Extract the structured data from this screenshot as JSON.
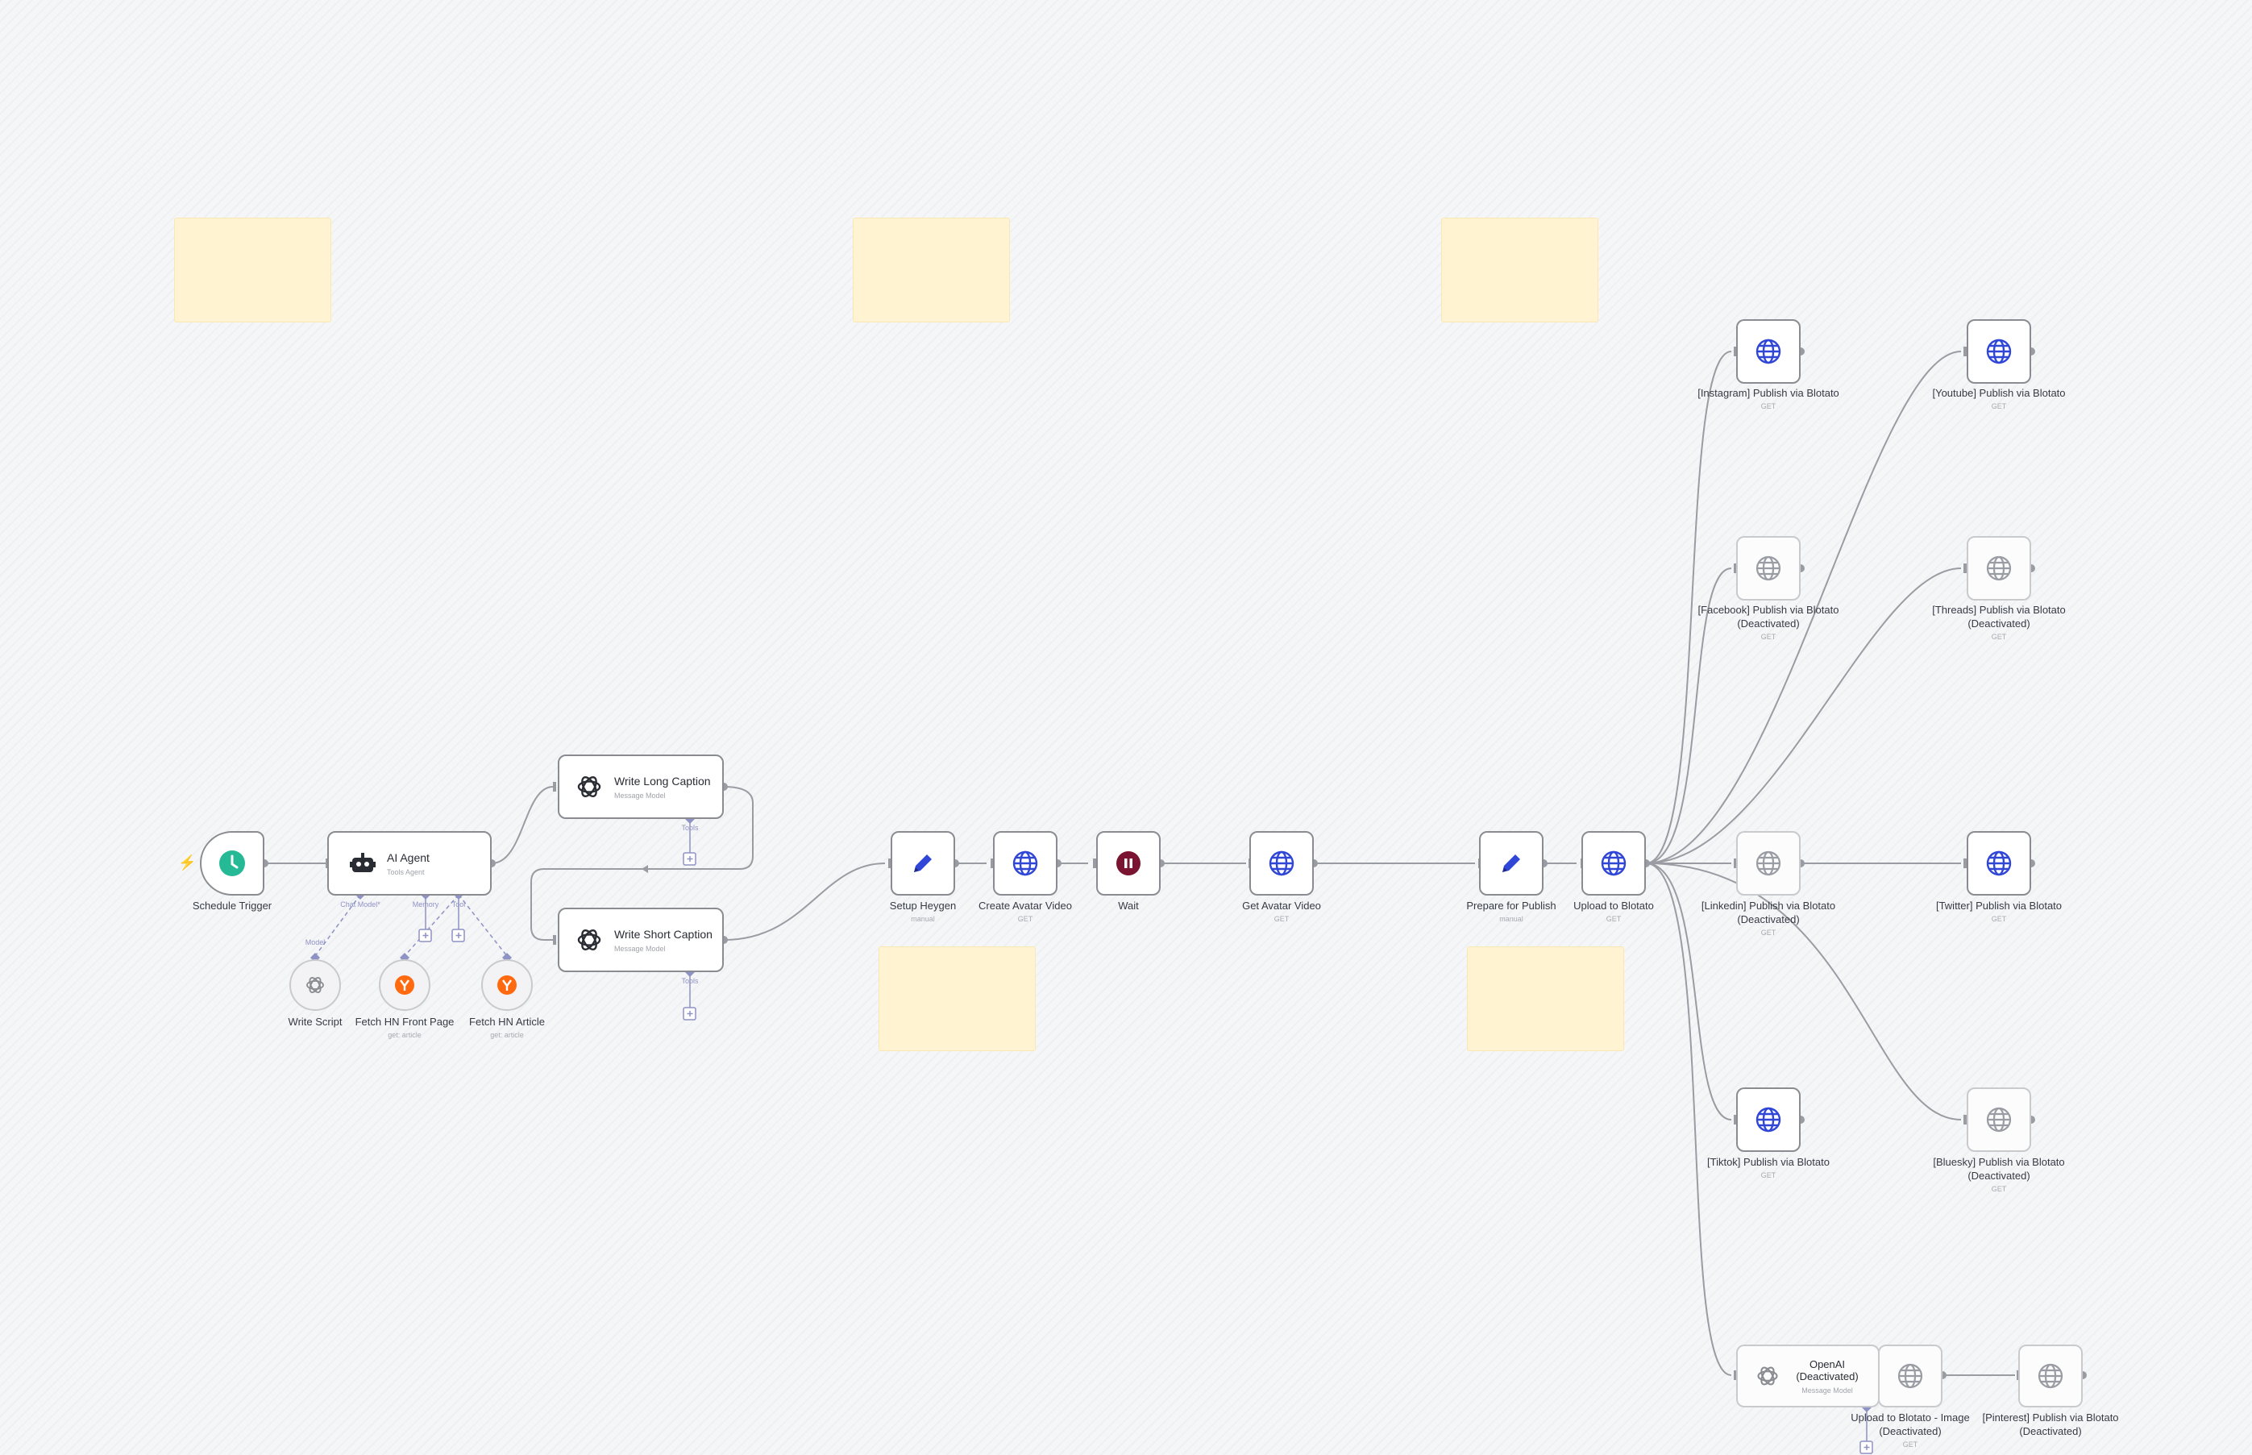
{
  "canvas": {
    "colors": {
      "background": "#f5f6f8",
      "edge": "#9a9ca3",
      "sticky": "#fff3d1",
      "http_icon": "#3046d6",
      "pencil_icon": "#3046d6",
      "clock_icon": "#25b996",
      "wait_icon": "#7a1430",
      "hn_icon": "#ff6a10",
      "subnode_edge": "#8f92c4"
    }
  },
  "trigger": {
    "label": "Schedule Trigger",
    "icon": "clock-icon"
  },
  "ai_agent": {
    "title": "AI Agent",
    "subtitle": "Tools Agent",
    "icon": "robot-icon",
    "ports": {
      "model": "Chat Model*",
      "memory": "Memory",
      "tool": "Tool"
    }
  },
  "write_long": {
    "title": "Write Long Caption",
    "subtitle": "Message Model",
    "icon": "openai-icon",
    "tools_label": "Tools"
  },
  "write_short": {
    "title": "Write Short Caption",
    "subtitle": "Message Model",
    "icon": "openai-icon",
    "tools_label": "Tools"
  },
  "write_script": {
    "label": "Write Script",
    "port_label": "Model",
    "icon": "openai-icon"
  },
  "fetch_front": {
    "label": "Fetch HN Front Page",
    "sub": "get: article",
    "icon": "hackernews-icon"
  },
  "fetch_article": {
    "label": "Fetch HN Article",
    "sub": "get: article",
    "icon": "hackernews-icon"
  },
  "setup_heygen": {
    "label": "Setup Heygen",
    "sub": "manual",
    "icon": "pencil-icon"
  },
  "create_avatar": {
    "label": "Create Avatar Video",
    "sub": "GET",
    "icon": "globe-icon"
  },
  "wait": {
    "label": "Wait",
    "icon": "pause-icon"
  },
  "get_avatar": {
    "label": "Get Avatar Video",
    "sub": "GET",
    "icon": "globe-icon"
  },
  "prepare_publish": {
    "label": "Prepare for Publish",
    "sub": "manual",
    "icon": "pencil-icon"
  },
  "upload_blotato": {
    "label": "Upload to Blotato",
    "sub": "GET",
    "icon": "globe-icon"
  },
  "instagram": {
    "label": "[Instagram] Publish via Blotato",
    "sub": "GET",
    "icon": "globe-icon"
  },
  "youtube": {
    "label": "[Youtube] Publish via Blotato",
    "sub": "GET",
    "icon": "globe-icon"
  },
  "facebook": {
    "label": "[Facebook] Publish via Blotato (Deactivated)",
    "sub": "GET",
    "icon": "globe-icon"
  },
  "threads": {
    "label": "[Threads] Publish via Blotato (Deactivated)",
    "sub": "GET",
    "icon": "globe-icon"
  },
  "linkedin": {
    "label": "[Linkedin] Publish via Blotato (Deactivated)",
    "sub": "GET",
    "icon": "globe-icon"
  },
  "twitter": {
    "label": "[Twitter] Publish via Blotato",
    "sub": "GET",
    "icon": "globe-icon"
  },
  "tiktok": {
    "label": "[Tiktok] Publish via Blotato",
    "sub": "GET",
    "icon": "globe-icon"
  },
  "bluesky": {
    "label": "[Bluesky] Publish via Blotato (Deactivated)",
    "sub": "GET",
    "icon": "globe-icon"
  },
  "openai": {
    "title": "OpenAI (Deactivated)",
    "subtitle": "Message Model",
    "icon": "openai-icon"
  },
  "upload_image": {
    "label": "Upload to Blotato - Image (Deactivated)",
    "sub": "GET",
    "icon": "globe-icon"
  },
  "pinterest": {
    "label": "[Pinterest] Publish via Blotato (Deactivated)",
    "icon": "globe-icon"
  }
}
